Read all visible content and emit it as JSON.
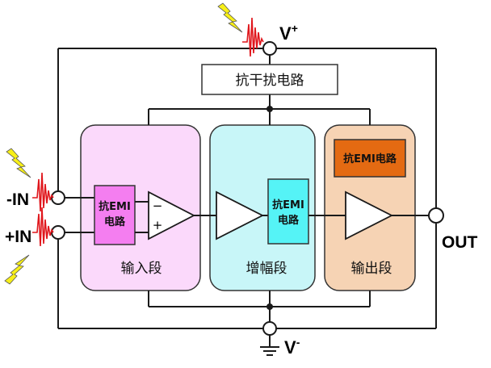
{
  "terminals": {
    "vplus": "V",
    "vplus_sup": "+",
    "vminus": "V",
    "vminus_sup": "-",
    "in_minus": "-IN",
    "in_plus": "+IN",
    "out": "OUT"
  },
  "blocks": {
    "anti_interference": "抗干扰电路",
    "input_stage": "输入段",
    "gain_stage": "增幅段",
    "output_stage": "输出段",
    "emi_line1": "抗EMI",
    "emi_line2": "电路",
    "emi_output": "抗EMI电路",
    "opamp_minus": "−",
    "opamp_plus": "+"
  },
  "colors": {
    "input_stage_fill": "#fbd9fb",
    "gain_stage_fill": "#c8f6f8",
    "output_stage_fill": "#f6d3b4",
    "emi_input_fill": "#f47ef0",
    "emi_gain_fill": "#55f3f6",
    "emi_output_fill": "#e46a12",
    "noise_red": "#e0161c",
    "lightning_yellow": "#f7ef18"
  },
  "icons": [
    "lightning-icon",
    "noise-wave-icon",
    "ground-icon"
  ]
}
